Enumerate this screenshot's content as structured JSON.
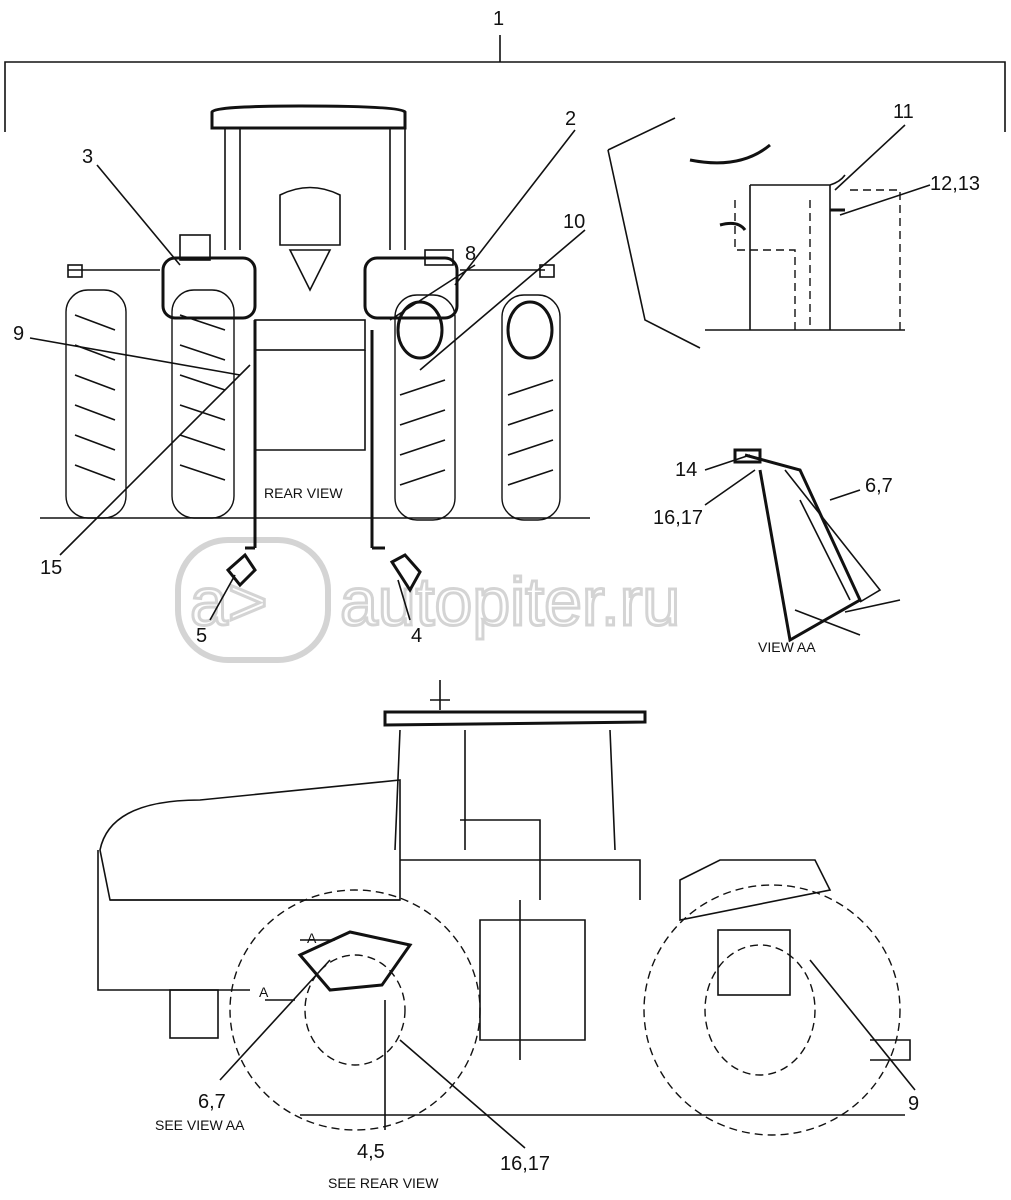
{
  "callouts": {
    "main": "1",
    "c2": "2",
    "c3": "3",
    "c8": "8",
    "c9_rear": "9",
    "c10": "10",
    "c11": "11",
    "c12_13": "12,13",
    "c14": "14",
    "c16_17_view": "16,17",
    "c6_7_view": "6,7",
    "c15": "15",
    "c5": "5",
    "c4": "4",
    "c6_7_side": "6,7",
    "c4_5_side": "4,5",
    "c16_17_side": "16,17",
    "c9_side": "9",
    "section_a1": "A",
    "section_a2": "A"
  },
  "captions": {
    "rear_view": "REAR VIEW",
    "view_aa": "VIEW AA",
    "see_view_aa": "SEE VIEW AA",
    "see_rear_view": "SEE REAR VIEW"
  },
  "watermark": {
    "logo_text": "a>",
    "text": "autopiter.ru"
  }
}
